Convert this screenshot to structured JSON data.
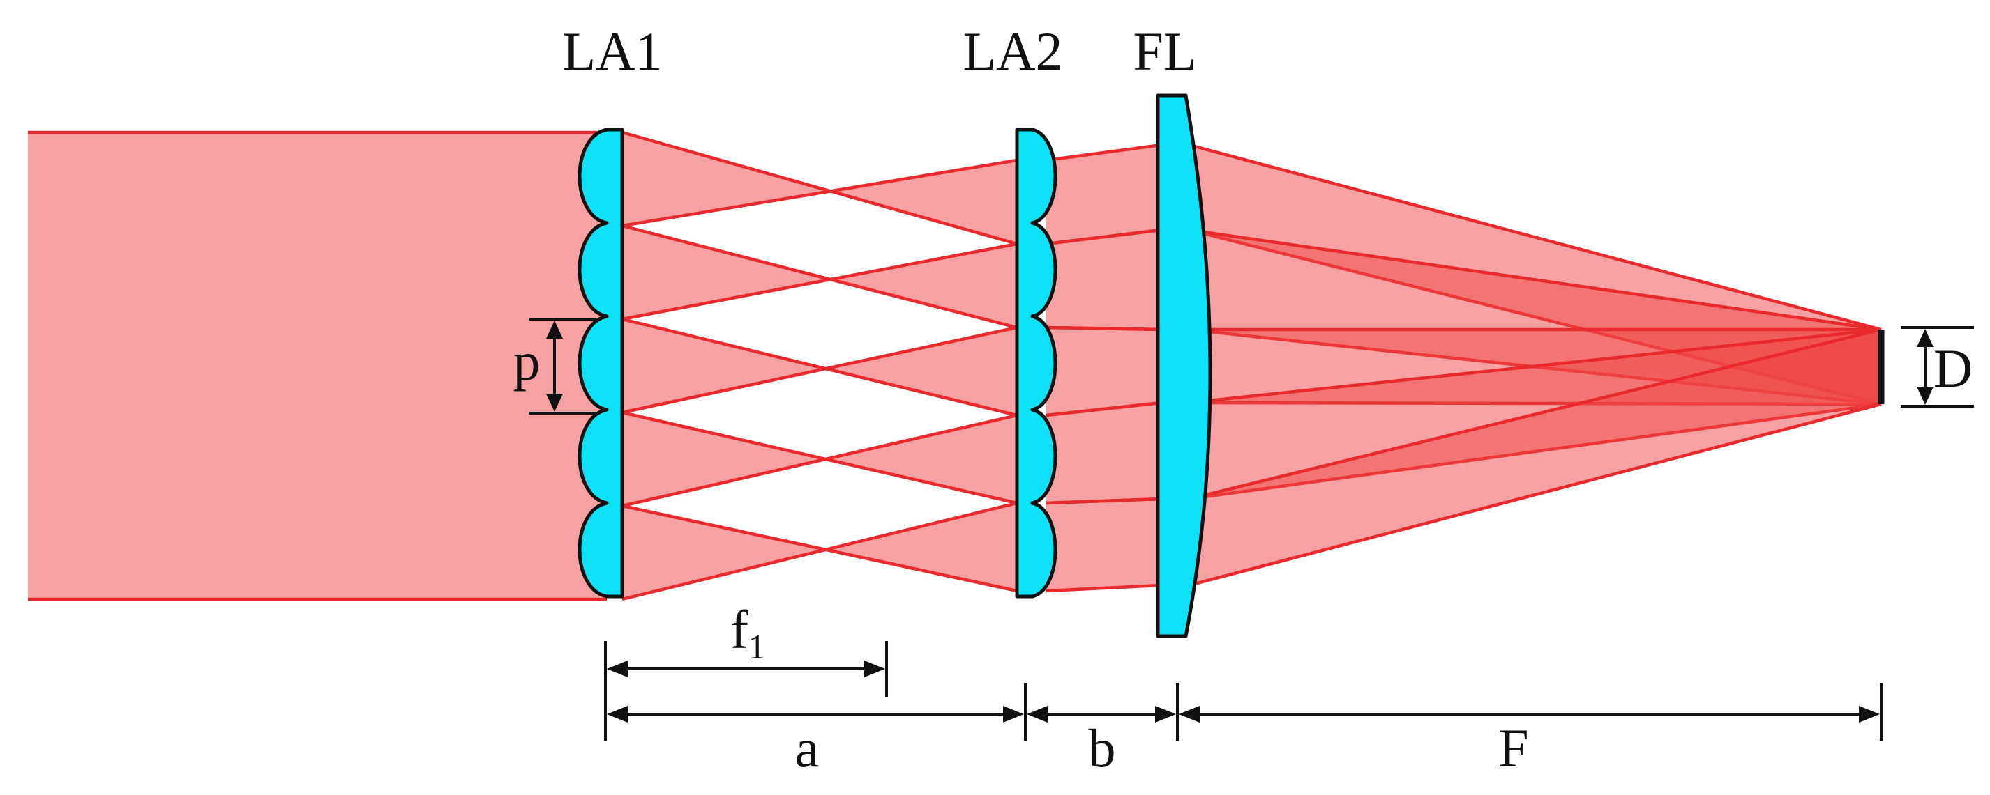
{
  "components": {
    "lens_array_1": "LA1",
    "lens_array_2": "LA2",
    "field_lens": "FL"
  },
  "dimensions": {
    "pitch": "p",
    "focal_length_symbol": "f",
    "focal_length_subscript": "1",
    "distance_la1_la2": "a",
    "distance_la2_fl": "b",
    "focal_length_fl": "F",
    "spot_size": "D"
  },
  "colors": {
    "lens": "#0fe1f7",
    "beam_fill": "#f29a9a",
    "ray": "#e8292e",
    "outline": "#111111"
  }
}
